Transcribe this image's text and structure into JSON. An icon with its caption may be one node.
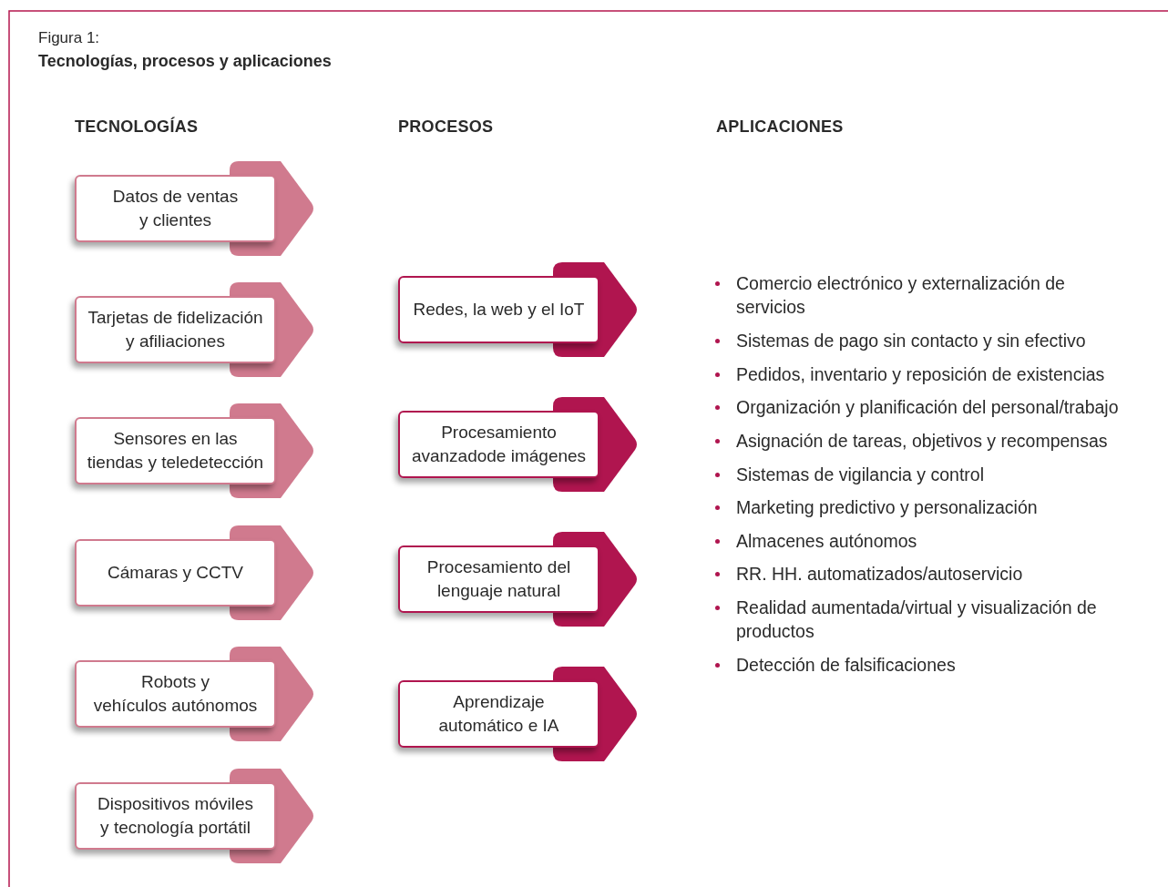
{
  "diagram": {
    "title": "Tecnologías, procesos y aplicaciones",
    "nodes": [
      {
        "text": [
          "Datos de ventas y clientes"
        ]
      },
      {
        "text": [
          "Tarjetas de fidelización y afiliaciones"
        ]
      },
      {
        "text": [
          "Sensores en las tiendas y teledetección"
        ]
      },
      {
        "text": [
          "Cámaras y CCTV"
        ]
      },
      {
        "text": [
          "Robots y vehículos autónomos"
        ]
      },
      {
        "text": [
          "Dispositivos móviles y tecnología portátil"
        ]
      },
      {
        "text": [
          "Redes, la web y el IoT"
        ]
      },
      {
        "text": [
          "Procesamiento avanzadode imágenes"
        ]
      },
      {
        "text": [
          "Procesamiento del lenguaje natural"
        ]
      },
      {
        "text": [
          "Aprendizaje automático e IA"
        ]
      }
    ],
    "labels": [
      "Figura 1:",
      "TECNOLOGÍAS",
      "PROCESOS",
      "APLICACIONES",
      "Comercio electrónico y externalización de servicios",
      "Sistemas de pago sin contacto y sin efectivo",
      "Pedidos, inventario y reposición de existencias",
      "Organización y planificación del personal/trabajo",
      "Asignación de tareas, objetivos y recompensas",
      "Sistemas de vigilancia y control",
      "Marketing predictivo y personalización",
      "Almacenes autónomos",
      "RR. HH. automatizados/autoservicio",
      "Realidad aumentada/virtual y visualización de productos",
      "Detección de falsificaciones"
    ]
  }
}
